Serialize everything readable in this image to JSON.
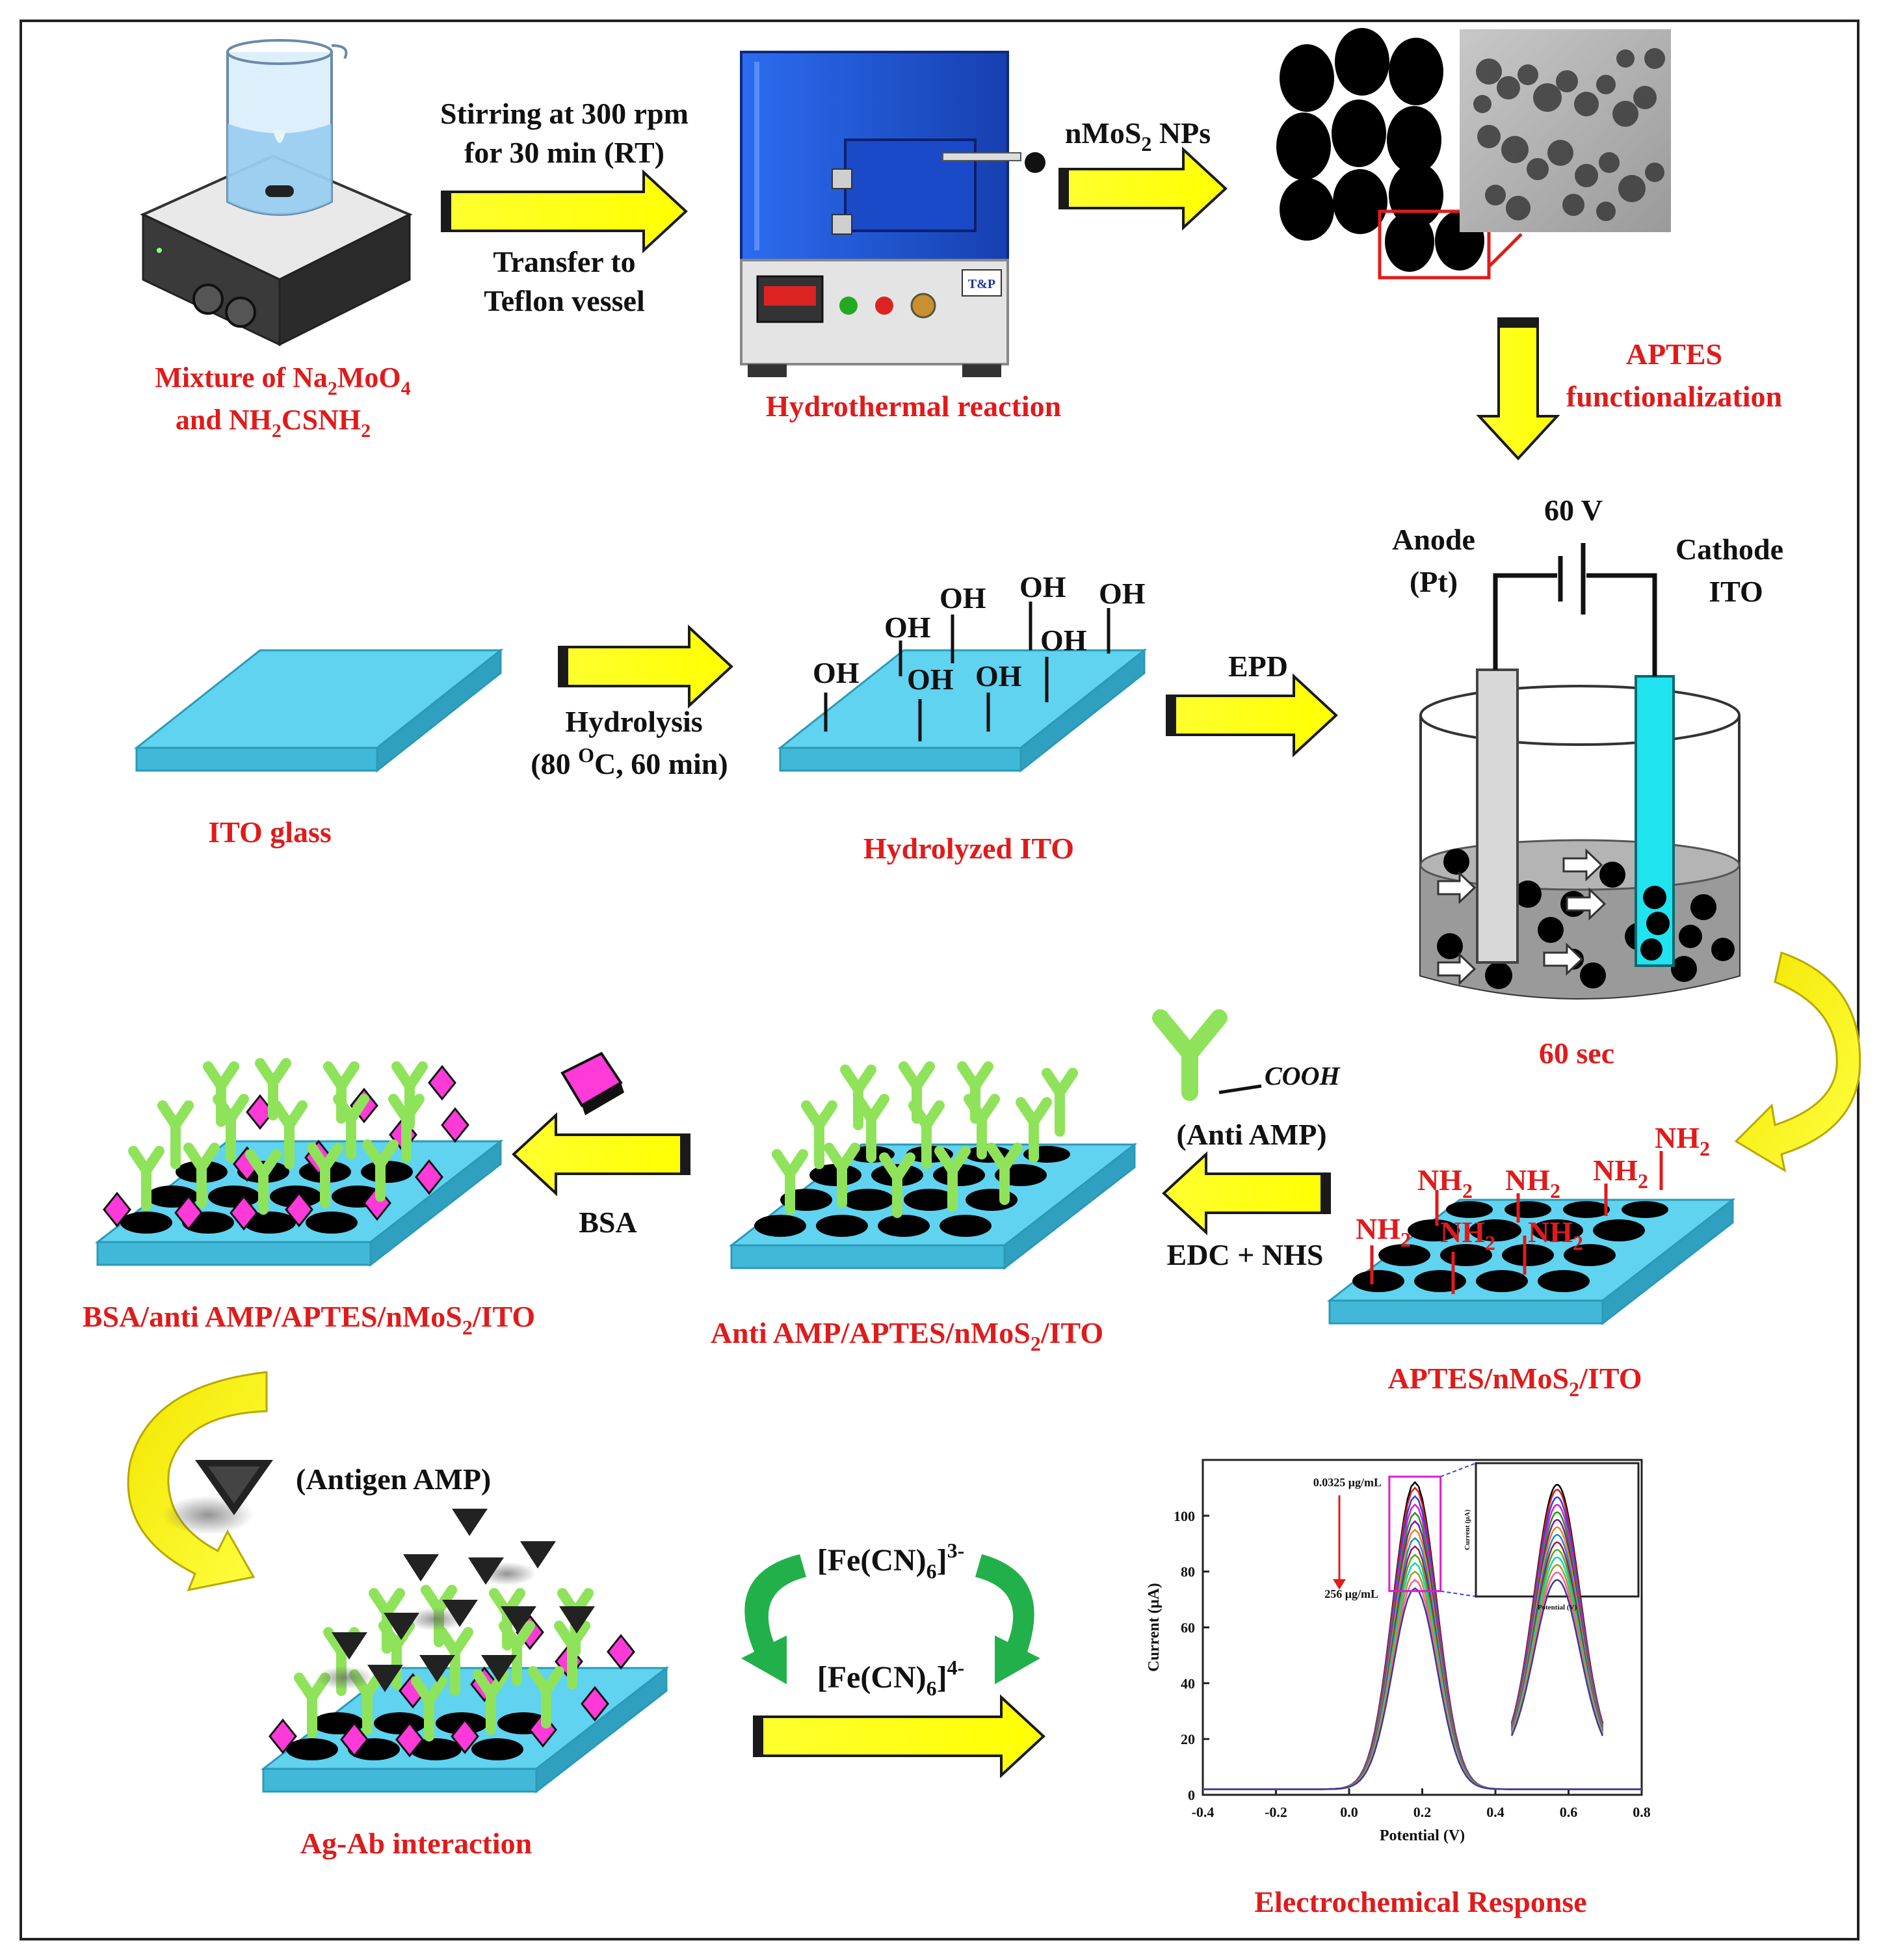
{
  "colors": {
    "frame": "#222222",
    "label_red": "#e01b1b",
    "text_black": "#111111",
    "arrow_yellow": "#ffff00",
    "arrow_outline": "#1a1a1a",
    "ito_blue": "#5fd3f0",
    "np_black": "#000000",
    "antibody_green": "#8fe35a",
    "bsa_magenta": "#ff3ad8",
    "cycle_green": "#22b04a",
    "furnace_blue": "#1e57d6",
    "cathode_cyan": "#1fe3ef"
  },
  "step1": {
    "label_line1": "Mixture of Na",
    "label_line1_sub": "2",
    "label_line1_tail": "MoO",
    "label_line1_sub2": "4",
    "label_line2": "and NH",
    "label_line2_sub": "2",
    "label_line2_tail": "CSNH",
    "label_line2_sub2": "2",
    "arrow_top_1": "Stirring at 300 rpm",
    "arrow_top_2": "for 30 min (RT)",
    "arrow_bottom_1": "Transfer to",
    "arrow_bottom_2": "Teflon vessel"
  },
  "step2": {
    "label": "Hydrothermal reaction",
    "arrow_label": "nMoS",
    "arrow_label_sub": "2",
    "arrow_label_tail": " NPs",
    "furnace_badge": "T&P"
  },
  "step3": {
    "arrow_label_1": "APTES",
    "arrow_label_2": "functionalization"
  },
  "epd": {
    "voltage": "60 V",
    "anode_1": "Anode",
    "anode_2": "(Pt)",
    "cathode_1": "Cathode",
    "cathode_2": "ITO",
    "time": "60 sec",
    "arrow_label": "EPD"
  },
  "ito": {
    "label": "ITO glass",
    "arrow_1": "Hydrolysis",
    "arrow_2_pre": "(80 ",
    "arrow_2_sup": "O",
    "arrow_2_post": "C, 60 min)"
  },
  "hydrolyzed": {
    "label": "Hydrolyzed ITO",
    "group": "OH"
  },
  "aptes": {
    "label_pre": "APTES/nMoS",
    "label_sub": "2",
    "label_post": "/ITO",
    "group": "NH",
    "group_sub": "2",
    "arrow_label": "EDC + NHS",
    "antibody_label": "(Anti AMP)",
    "antibody_tail": "COOH"
  },
  "antiamp": {
    "label_pre": "Anti AMP/APTES/nMoS",
    "label_sub": "2",
    "label_post": "/ITO",
    "arrow_label": "BSA"
  },
  "bsa": {
    "label_pre": "BSA/anti AMP/APTES/nMoS",
    "label_sub": "2",
    "label_post": "/ITO"
  },
  "antigen": {
    "label": "(Antigen AMP)",
    "interaction_label": "Ag-Ab interaction"
  },
  "redox": {
    "top_pre": "[Fe(CN)",
    "top_sub": "6",
    "top_post": "]",
    "top_sup": "3-",
    "bottom_pre": "[Fe(CN)",
    "bottom_sub": "6",
    "bottom_post": "]",
    "bottom_sup": "4-"
  },
  "response": {
    "label": "Electrochemical Response"
  },
  "chart_data": {
    "type": "line",
    "xlabel": "Potential (V)",
    "ylabel": "Current (μA)",
    "xlim": [
      -0.4,
      0.8
    ],
    "ylim": [
      0,
      120
    ],
    "x_ticks": [
      -0.4,
      -0.2,
      0.0,
      0.2,
      0.4,
      0.6,
      0.8
    ],
    "y_ticks": [
      0,
      20,
      40,
      60,
      80,
      100
    ],
    "annotation_top": "0.0325 μg/mL",
    "annotation_bottom": "256 μg/mL",
    "peak_x": 0.18,
    "baseline": 2,
    "peaks": [
      112,
      110,
      107,
      104,
      101,
      98,
      95,
      92,
      89,
      86,
      83,
      80,
      77,
      74
    ],
    "series_colors": [
      "#000000",
      "#e01b1b",
      "#2a44e0",
      "#e01bd0",
      "#1a9a1a",
      "#7a1aa0",
      "#e08a1b",
      "#1a8ae0",
      "#a01a4a",
      "#4ab01a",
      "#1ad0c0",
      "#a0a01a",
      "#ff5aa0",
      "#3a3a9a"
    ],
    "inset": {
      "xlabel": "Potential (V)",
      "ylabel": "Current (μA)"
    }
  }
}
